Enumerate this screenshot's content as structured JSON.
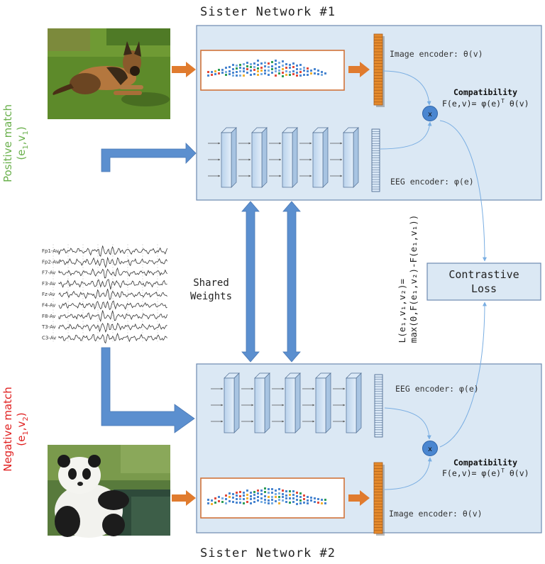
{
  "top_network": {
    "title": "Sister Network #1",
    "image_encoder_label": "Image encoder: θ(v)",
    "eeg_encoder_label": "EEG encoder: φ(e)",
    "compat_title": "Compatibility",
    "compat_formula_lhs": "F(e,v)= φ(e)",
    "compat_formula_sup": "T",
    "compat_formula_rhs": " θ(v)",
    "multiply_symbol": "x"
  },
  "bottom_network": {
    "title": "Sister Network #2",
    "image_encoder_label": "Image encoder: θ(v)",
    "eeg_encoder_label": "EEG encoder: φ(e)",
    "compat_title": "Compatibility",
    "compat_formula_lhs": "F(e,v)= φ(e)",
    "compat_formula_sup": "T",
    "compat_formula_rhs": " θ(v)",
    "multiply_symbol": "x"
  },
  "positive_match": {
    "title": "Positive match",
    "pair_open": "(e",
    "pair_sub1": "1",
    "pair_mid": ",v",
    "pair_sub2": "1",
    "pair_close": ")",
    "color": "#6ab04c"
  },
  "negative_match": {
    "title": "Negative match",
    "pair_open": "(e",
    "pair_sub1": "1",
    "pair_mid": ",v",
    "pair_sub2": "2",
    "pair_close": ")",
    "color": "#e02020"
  },
  "shared_weights": {
    "line1": "Shared",
    "line2": "Weights"
  },
  "loss": {
    "box_line1": "Contrastive",
    "box_line2": "Loss",
    "formula_line1": "L(e₁,v₁,v₂)=",
    "formula_line2": "max(0,F(e₁,v₂)-F(e₁,v₁))"
  },
  "eeg_channels": [
    "Fp1-Av",
    "Fp2-Av",
    "F7-Av",
    "F3-Av",
    "Fz-Av",
    "F4-Av",
    "F8-Av",
    "T3-Av",
    "C3-Av"
  ],
  "colors": {
    "panel_fill": "#dbe8f4",
    "panel_stroke": "#6d8ab0",
    "block_arrow": "#5b8fcf",
    "orange_arrow": "#e07b2e",
    "feature_orange": "#e58a2c",
    "layer_fill": "#c9ddf1",
    "multiply_node": "#4a86d0",
    "thin_line": "#7aaee2"
  },
  "icons": {
    "dog_photo": "dog-photo",
    "panda_photo": "panda-photo"
  }
}
